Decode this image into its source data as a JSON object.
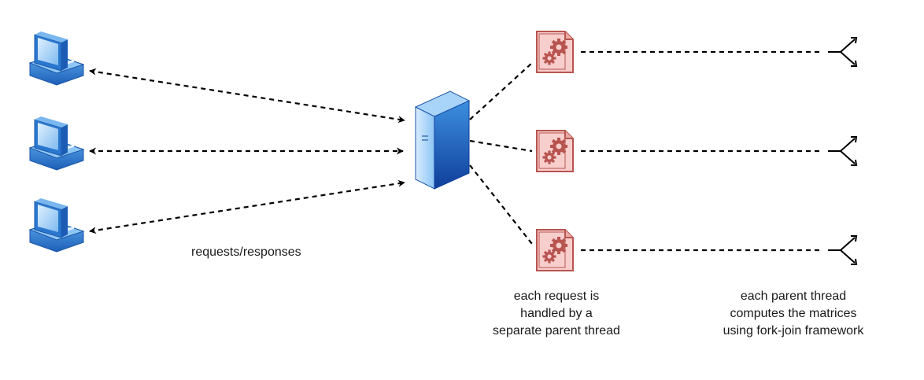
{
  "labels": {
    "requests_responses": "requests/responses",
    "each_request": [
      "each request is",
      "handled by a",
      "separate parent thread"
    ],
    "each_parent": [
      "each parent thread",
      "computes the matrices",
      "using fork-join framework"
    ]
  },
  "colors": {
    "client_blue": "#2f86d8",
    "server_blue": "#2a78cf",
    "thread_red": "#b85450",
    "thread_fill": "#f8cecc",
    "line": "#000000"
  },
  "icons": {
    "client": "desktop-computer-icon",
    "server": "server-tower-icon",
    "thread": "gear-document-icon",
    "fork": "fork-split-icon"
  }
}
